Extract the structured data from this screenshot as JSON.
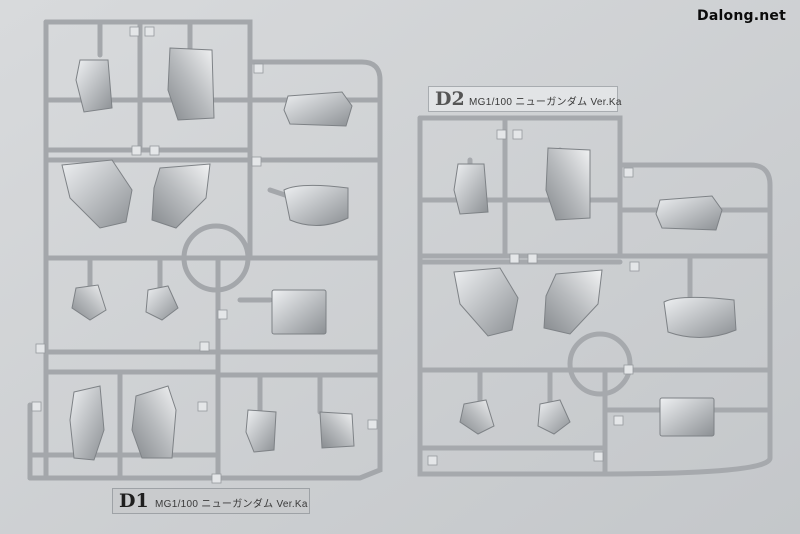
{
  "watermark": "Dalong.net",
  "runner_d1": {
    "code": "D1",
    "label": "MG1/100 ニューガンダム Ver.Ka"
  },
  "runner_d2": {
    "code": "D2",
    "label": "MG1/100 ニューガンダム Ver.Ka"
  },
  "colors": {
    "background": "#cfd2d6",
    "plastic": "#b9bcbf",
    "plastic_highlight": "#e8eaec",
    "plastic_shadow": "#8e9296"
  }
}
